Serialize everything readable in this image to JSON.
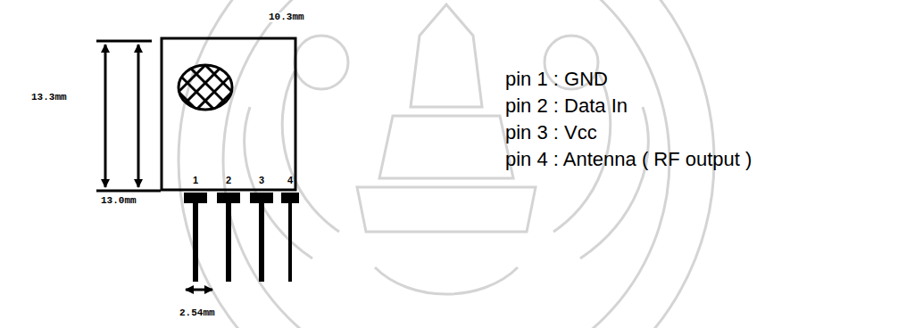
{
  "diagram": {
    "labels": [
      "10.3mm",
      "13.3mm",
      "13.0mm",
      "1",
      "2",
      "3",
      "4",
      "2.54mm",
      "pin 1 : GND",
      "pin 2 : Data In",
      "pin 3 : Vcc",
      "pin 4 : Antenna ( RF output )"
    ]
  }
}
